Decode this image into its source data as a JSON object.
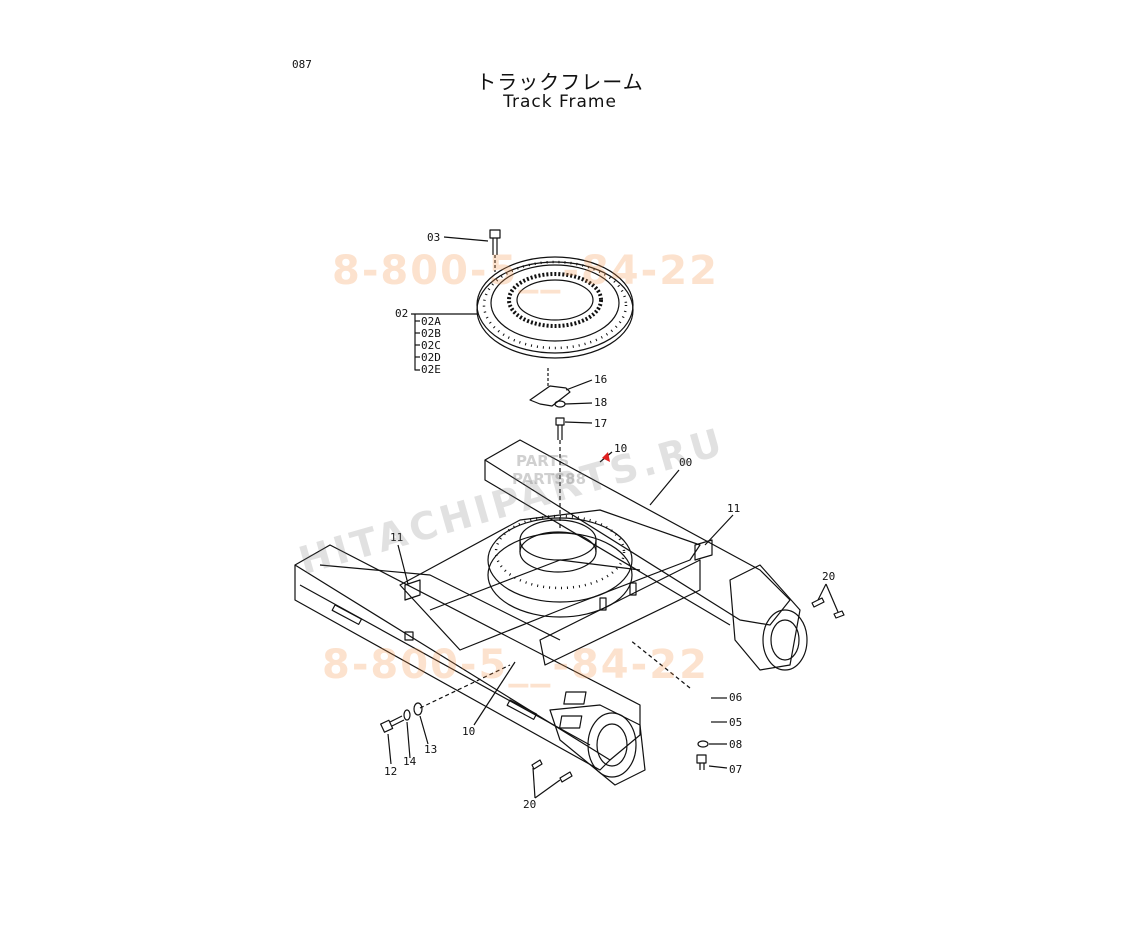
{
  "page": {
    "number": "087"
  },
  "title": {
    "japanese": "トラックフレーム",
    "english": "Track Frame"
  },
  "watermarks": {
    "phone_top": "8-800-5__-84-22",
    "phone_bottom": "8-800-5__-84-22",
    "site": "HITACHIPARTS.RU",
    "badge": "PARTS",
    "badge2": "PARTS88"
  },
  "colors": {
    "phone_watermark": "#f59650",
    "line": "#111111",
    "red_marker": "#e02020"
  },
  "callouts": {
    "c00": "00",
    "c02": "02",
    "c02A": "02A",
    "c02B": "02B",
    "c02C": "02C",
    "c02D": "02D",
    "c02E": "02E",
    "c03": "03",
    "c05": "05",
    "c06": "06",
    "c07": "07",
    "c08": "08",
    "c10_top": "10",
    "c10_bottom": "10",
    "c11_left": "11",
    "c11_right": "11",
    "c12": "12",
    "c13": "13",
    "c14": "14",
    "c16": "16",
    "c17": "17",
    "c18": "18",
    "c20_right": "20",
    "c20_bottom": "20"
  }
}
